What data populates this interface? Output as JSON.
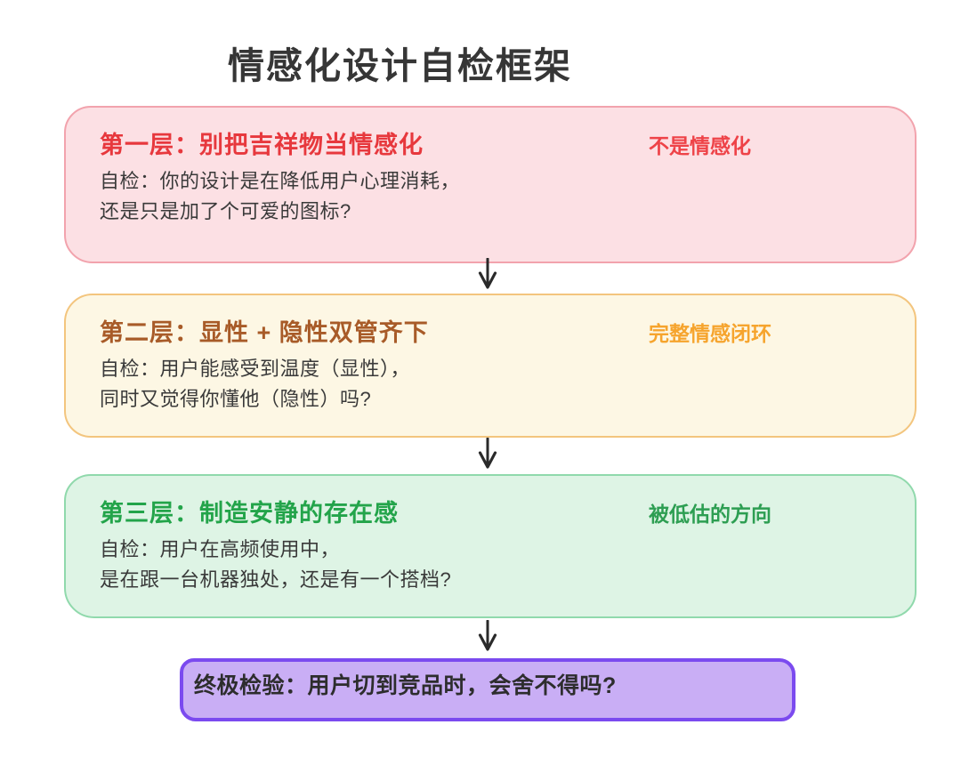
{
  "page": {
    "background": "#ffffff"
  },
  "title": {
    "text": "情感化设计自检框架",
    "color": "#363636"
  },
  "arrows": {
    "color": "#2a2a2a"
  },
  "layers": [
    {
      "heading": "第一层：别把吉祥物当情感化",
      "tag": "不是情感化",
      "body_line1": "自检：你的设计是在降低用户心理消耗，",
      "body_line2": "还是只是加了个可爱的图标?",
      "fill": "#fce0e4",
      "border": "#f2a3ad",
      "heading_color": "#e7383d",
      "tag_color": "#ee4348",
      "body_color": "#3a3a3a"
    },
    {
      "heading": "第二层：显性 + 隐性双管齐下",
      "tag": "完整情感闭环",
      "body_line1": "自检：用户能感受到温度（显性），",
      "body_line2": "同时又觉得你懂他（隐性）吗?",
      "fill": "#fdf7e4",
      "border": "#f3c57e",
      "heading_color": "#a85b28",
      "tag_color": "#f6a42d",
      "body_color": "#3a3a3a"
    },
    {
      "heading": "第三层：制造安静的存在感",
      "tag": "被低估的方向",
      "body_line1": "自检：用户在高频使用中，",
      "body_line2": "是在跟一台机器独处，还是有一个搭档?",
      "fill": "#def4e5",
      "border": "#90d9ac",
      "heading_color": "#23a44a",
      "tag_color": "#2d9e52",
      "body_color": "#3a3a3a"
    }
  ],
  "final_check": {
    "text": "终极检验：用户切到竞品时，会舍不得吗?",
    "fill": "#c9aef5",
    "border": "#7b4aef",
    "text_color": "#2d2d2d"
  }
}
